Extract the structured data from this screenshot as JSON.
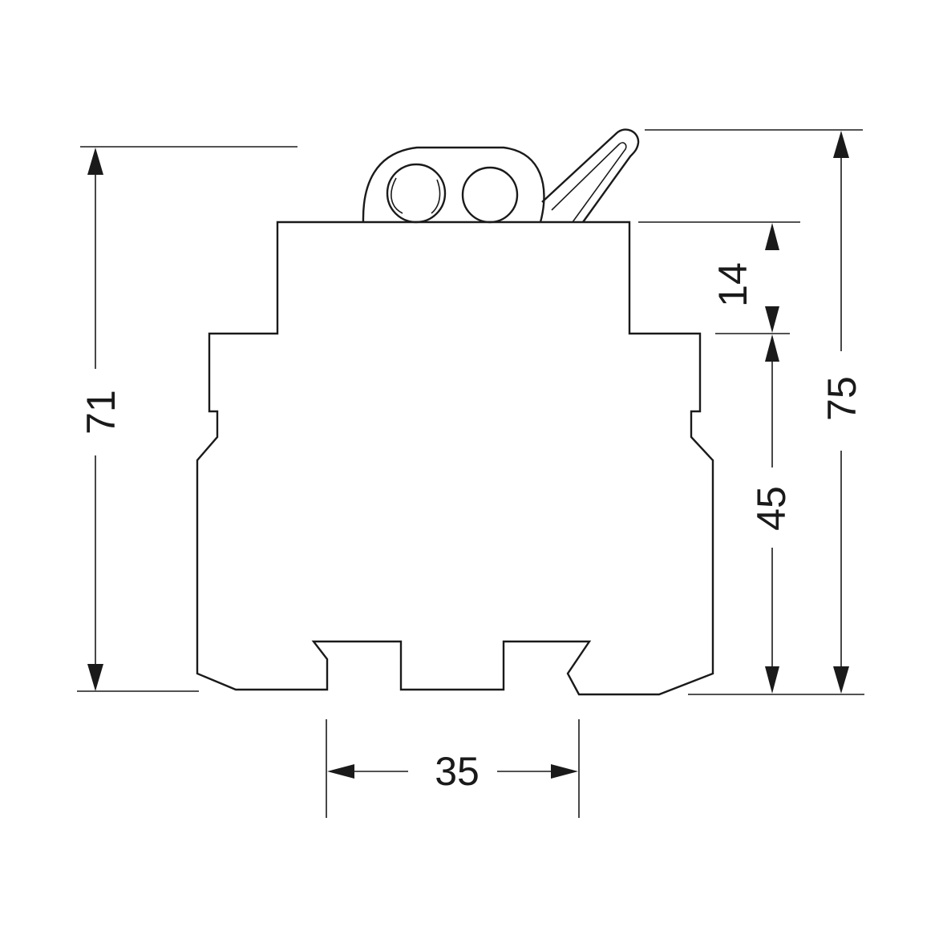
{
  "dimensions": {
    "overall_height_left": "71",
    "overall_height_right": "75",
    "top_step": "14",
    "body_height": "45",
    "rail_width": "35"
  },
  "colors": {
    "line": "#1a1a1a",
    "background": "#ffffff"
  }
}
